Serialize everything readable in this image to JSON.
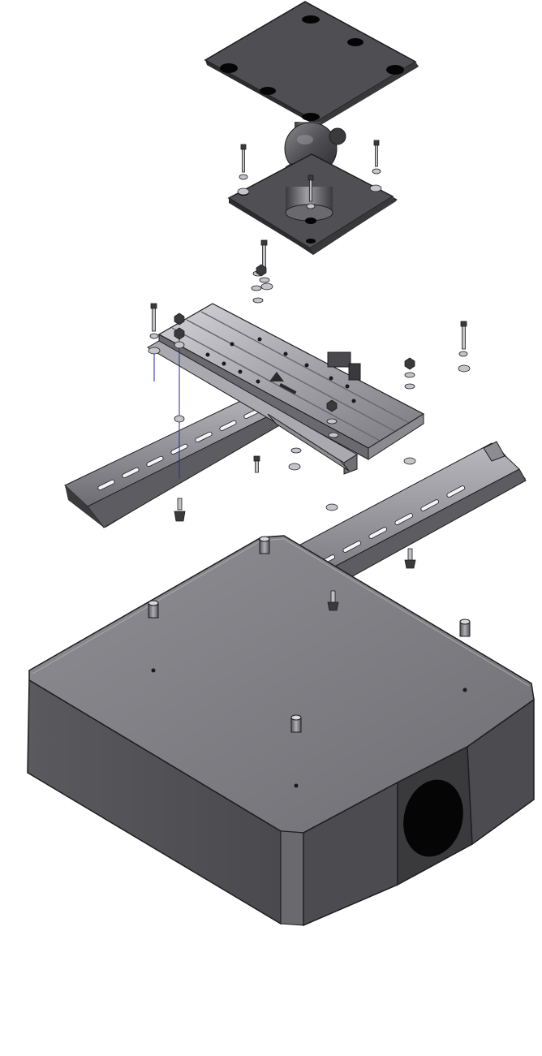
{
  "colors": {
    "background": "#ffffff",
    "part_dark": "#4b4b4f",
    "part_mid": "#6a6a6e",
    "part_light": "#8c8c91",
    "metal_light": "#b9b9bf",
    "metal_highlight": "#e2e2e6",
    "edge": "#1e1e20",
    "hole": "#050505",
    "axis_line": "#2a2aa8"
  },
  "parts": [
    "mounting-plate",
    "ball-joint-arm",
    "base-plate",
    "upper-rail-bracket",
    "lower-left-rail",
    "lower-right-rail",
    "enclosure-box",
    "bolt",
    "washer",
    "nut",
    "standoff"
  ]
}
